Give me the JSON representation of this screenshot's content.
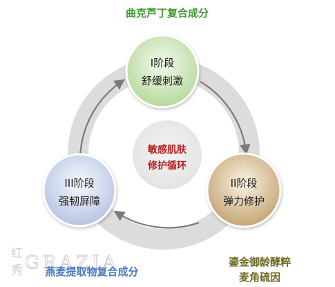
{
  "title": "曲克芦丁复合成分",
  "center": {
    "line1": "敏感肌肤",
    "line2": "修护循环"
  },
  "stages": [
    {
      "name": "I阶段",
      "desc": "舒缓刺激",
      "fill_light": "#f2faec",
      "fill_dark": "#b7d99c"
    },
    {
      "name": "II阶段",
      "desc": "弹力修护",
      "fill_light": "#fbf2e4",
      "fill_dark": "#c3a574"
    },
    {
      "name": "III阶段",
      "desc": "强韧屏障",
      "fill_light": "#f6f8fd",
      "fill_dark": "#b7c4e3"
    }
  ],
  "captions": {
    "right_line1": "鎏金御龄酵粹",
    "right_line2": "麦角硫因",
    "bottom_left": "燕麦提取物复合成分"
  },
  "watermark": {
    "cn_line1": "红",
    "cn_line2": "秀",
    "en": "GRAZIA"
  },
  "colors": {
    "title": "#3f9a2f",
    "center_text": "#b81c1c",
    "ring": "#dcdcdc",
    "arrow": "#7a7a7a"
  }
}
